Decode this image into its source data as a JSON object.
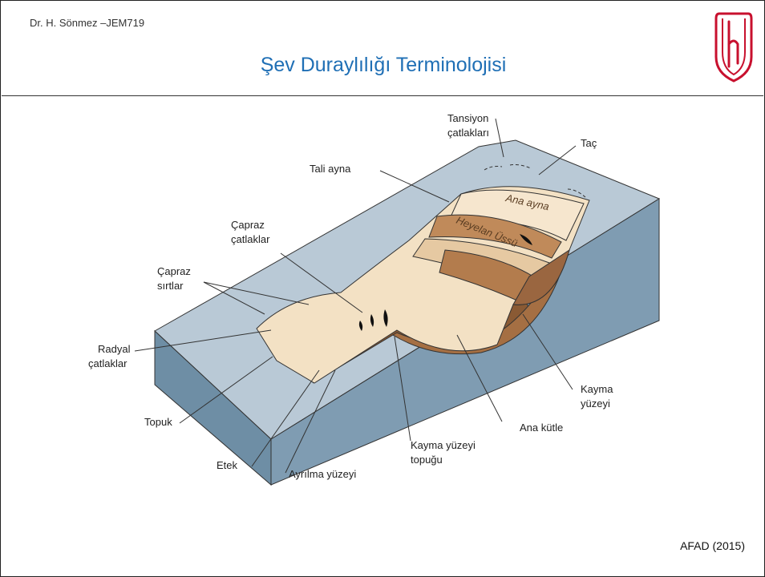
{
  "header": {
    "author": "Dr. H. Sönmez –JEM719",
    "title": "Şev Duraylılığı Terminolojisi"
  },
  "logo": {
    "icon": "hacettepe-logo-icon",
    "color": "#c8102e"
  },
  "diagram": {
    "labels": {
      "tansiyon_1": "Tansiyon",
      "tansiyon_2": "çatlakları",
      "tac": "Taç",
      "tali_ayna": "Tali ayna",
      "capraz_catlaklar_1": "Çapraz",
      "capraz_catlaklar_2": "çatlaklar",
      "capraz_sirtlar_1": "Çapraz",
      "capraz_sirtlar_2": "sırtlar",
      "radyal_1": "Radyal",
      "radyal_2": "çatlaklar",
      "topuk": "Topuk",
      "etek": "Etek",
      "ayrilma": "Ayrılma yüzeyi",
      "kayma_topugu_1": "Kayma yüzeyi",
      "kayma_topugu_2": "topuğu",
      "ana_kutle": "Ana kütle",
      "kayma_yuzeyi_1": "Kayma",
      "kayma_yuzeyi_2": "yüzeyi"
    },
    "inner_labels": {
      "ana_ayna": "Ana ayna",
      "heyelan_ussu": "Heyelan Üssü"
    }
  },
  "footer": {
    "source": "AFAD (2015)"
  }
}
